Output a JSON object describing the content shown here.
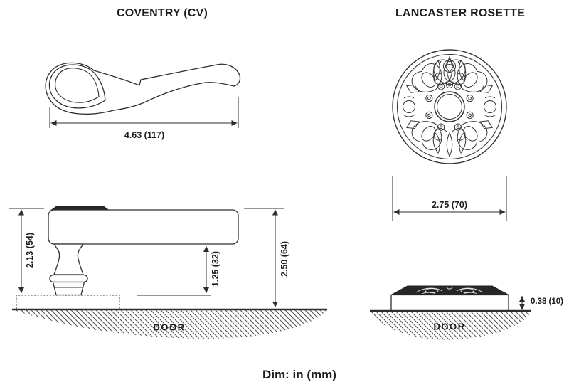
{
  "left_panel": {
    "title": "COVENTRY (CV)",
    "top_view": {
      "length_label": "4.63 (117)"
    },
    "side_view": {
      "height_to_rose_label": "2.13 (54)",
      "underside_label": "1.25 (32)",
      "projection_label": "2.50 (64)",
      "door_label": "DOOR"
    }
  },
  "right_panel": {
    "title": "LANCASTER ROSETTE",
    "top_view": {
      "diameter_label": "2.75 (70)"
    },
    "side_view": {
      "thickness_label": "0.38 (10)",
      "door_label": "DOOR"
    }
  },
  "footer": {
    "units_note": "Dim: in (mm)"
  },
  "colors": {
    "line": "#2e2e2e",
    "dark_fill": "#262626",
    "hatch": "#555555"
  }
}
